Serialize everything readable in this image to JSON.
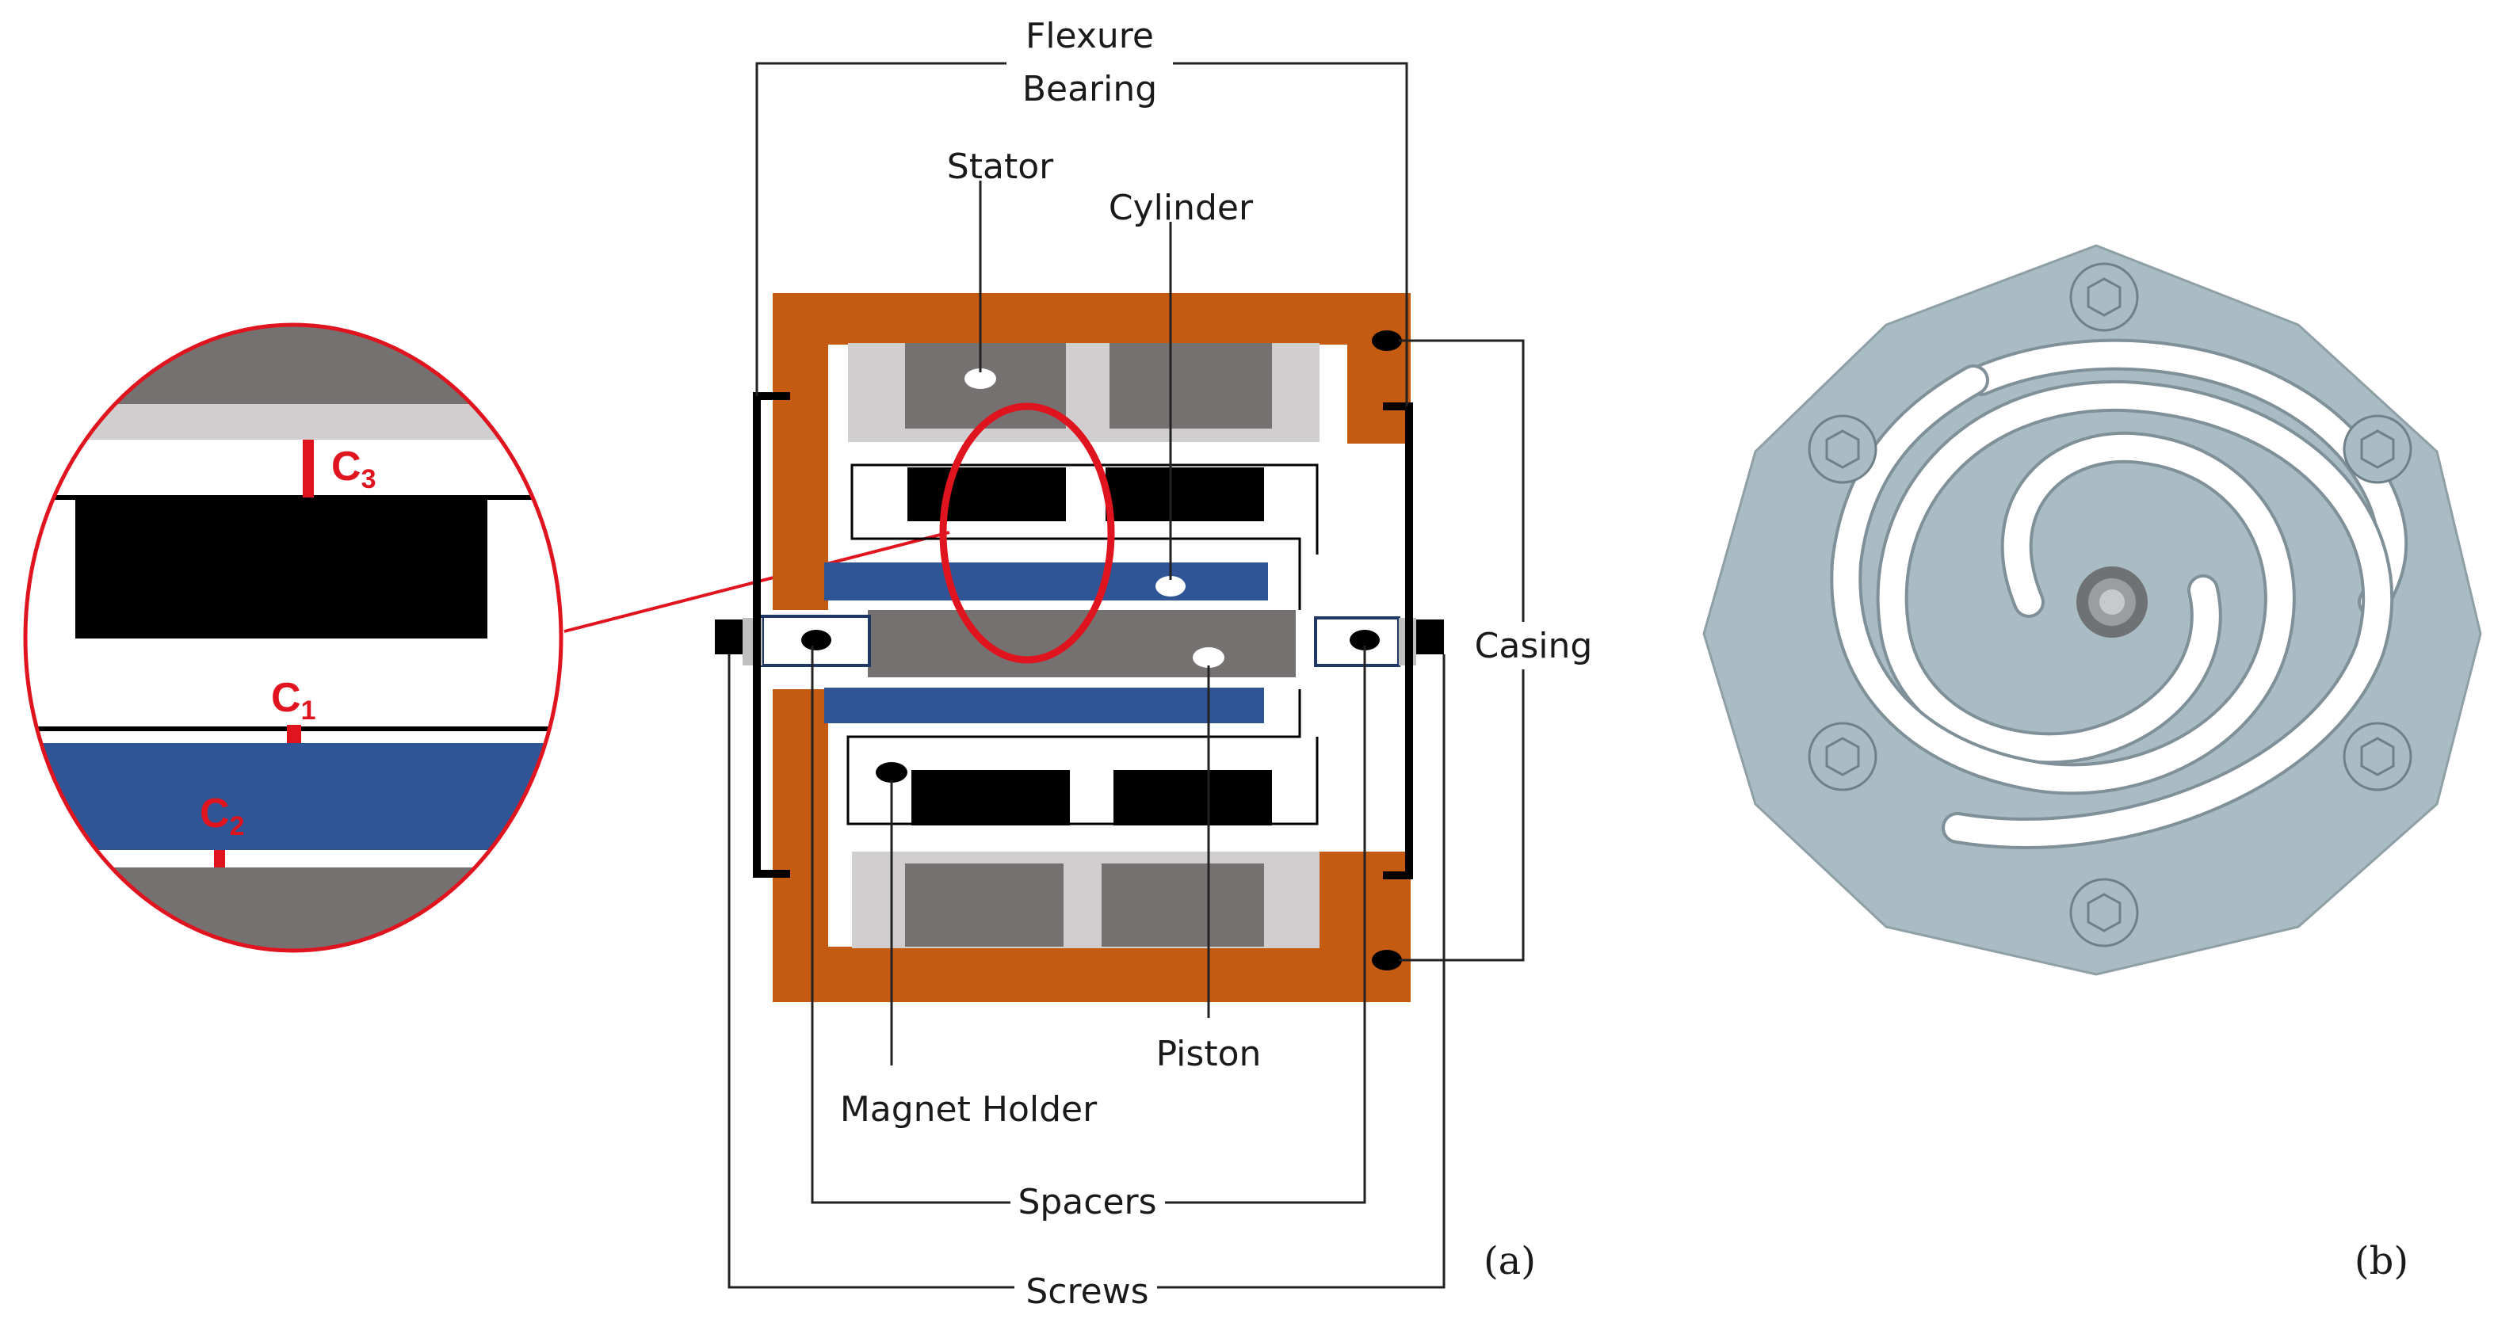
{
  "labels": {
    "flexure_line1": "Flexure",
    "flexure_line2": "Bearing",
    "stator": "Stator",
    "cylinder": "Cylinder",
    "casing": "Casing",
    "piston": "Piston",
    "magnet_holder": "Magnet Holder",
    "spacers": "Spacers",
    "screws": "Screws"
  },
  "clearances": {
    "c3": "C",
    "c3_sub": "3",
    "c1": "C",
    "c1_sub": "1",
    "c2": "C",
    "c2_sub": "2"
  },
  "captions": {
    "a": "(a)",
    "b": "(b)"
  },
  "colors": {
    "casing": "#c55a11",
    "stator_iron": "#767171",
    "stator_back": "#d0cece",
    "cylinder": "#2f5597",
    "magnet": "#000000",
    "highlight": "#e0141e",
    "bearing_plate": "#a9bcc4"
  }
}
